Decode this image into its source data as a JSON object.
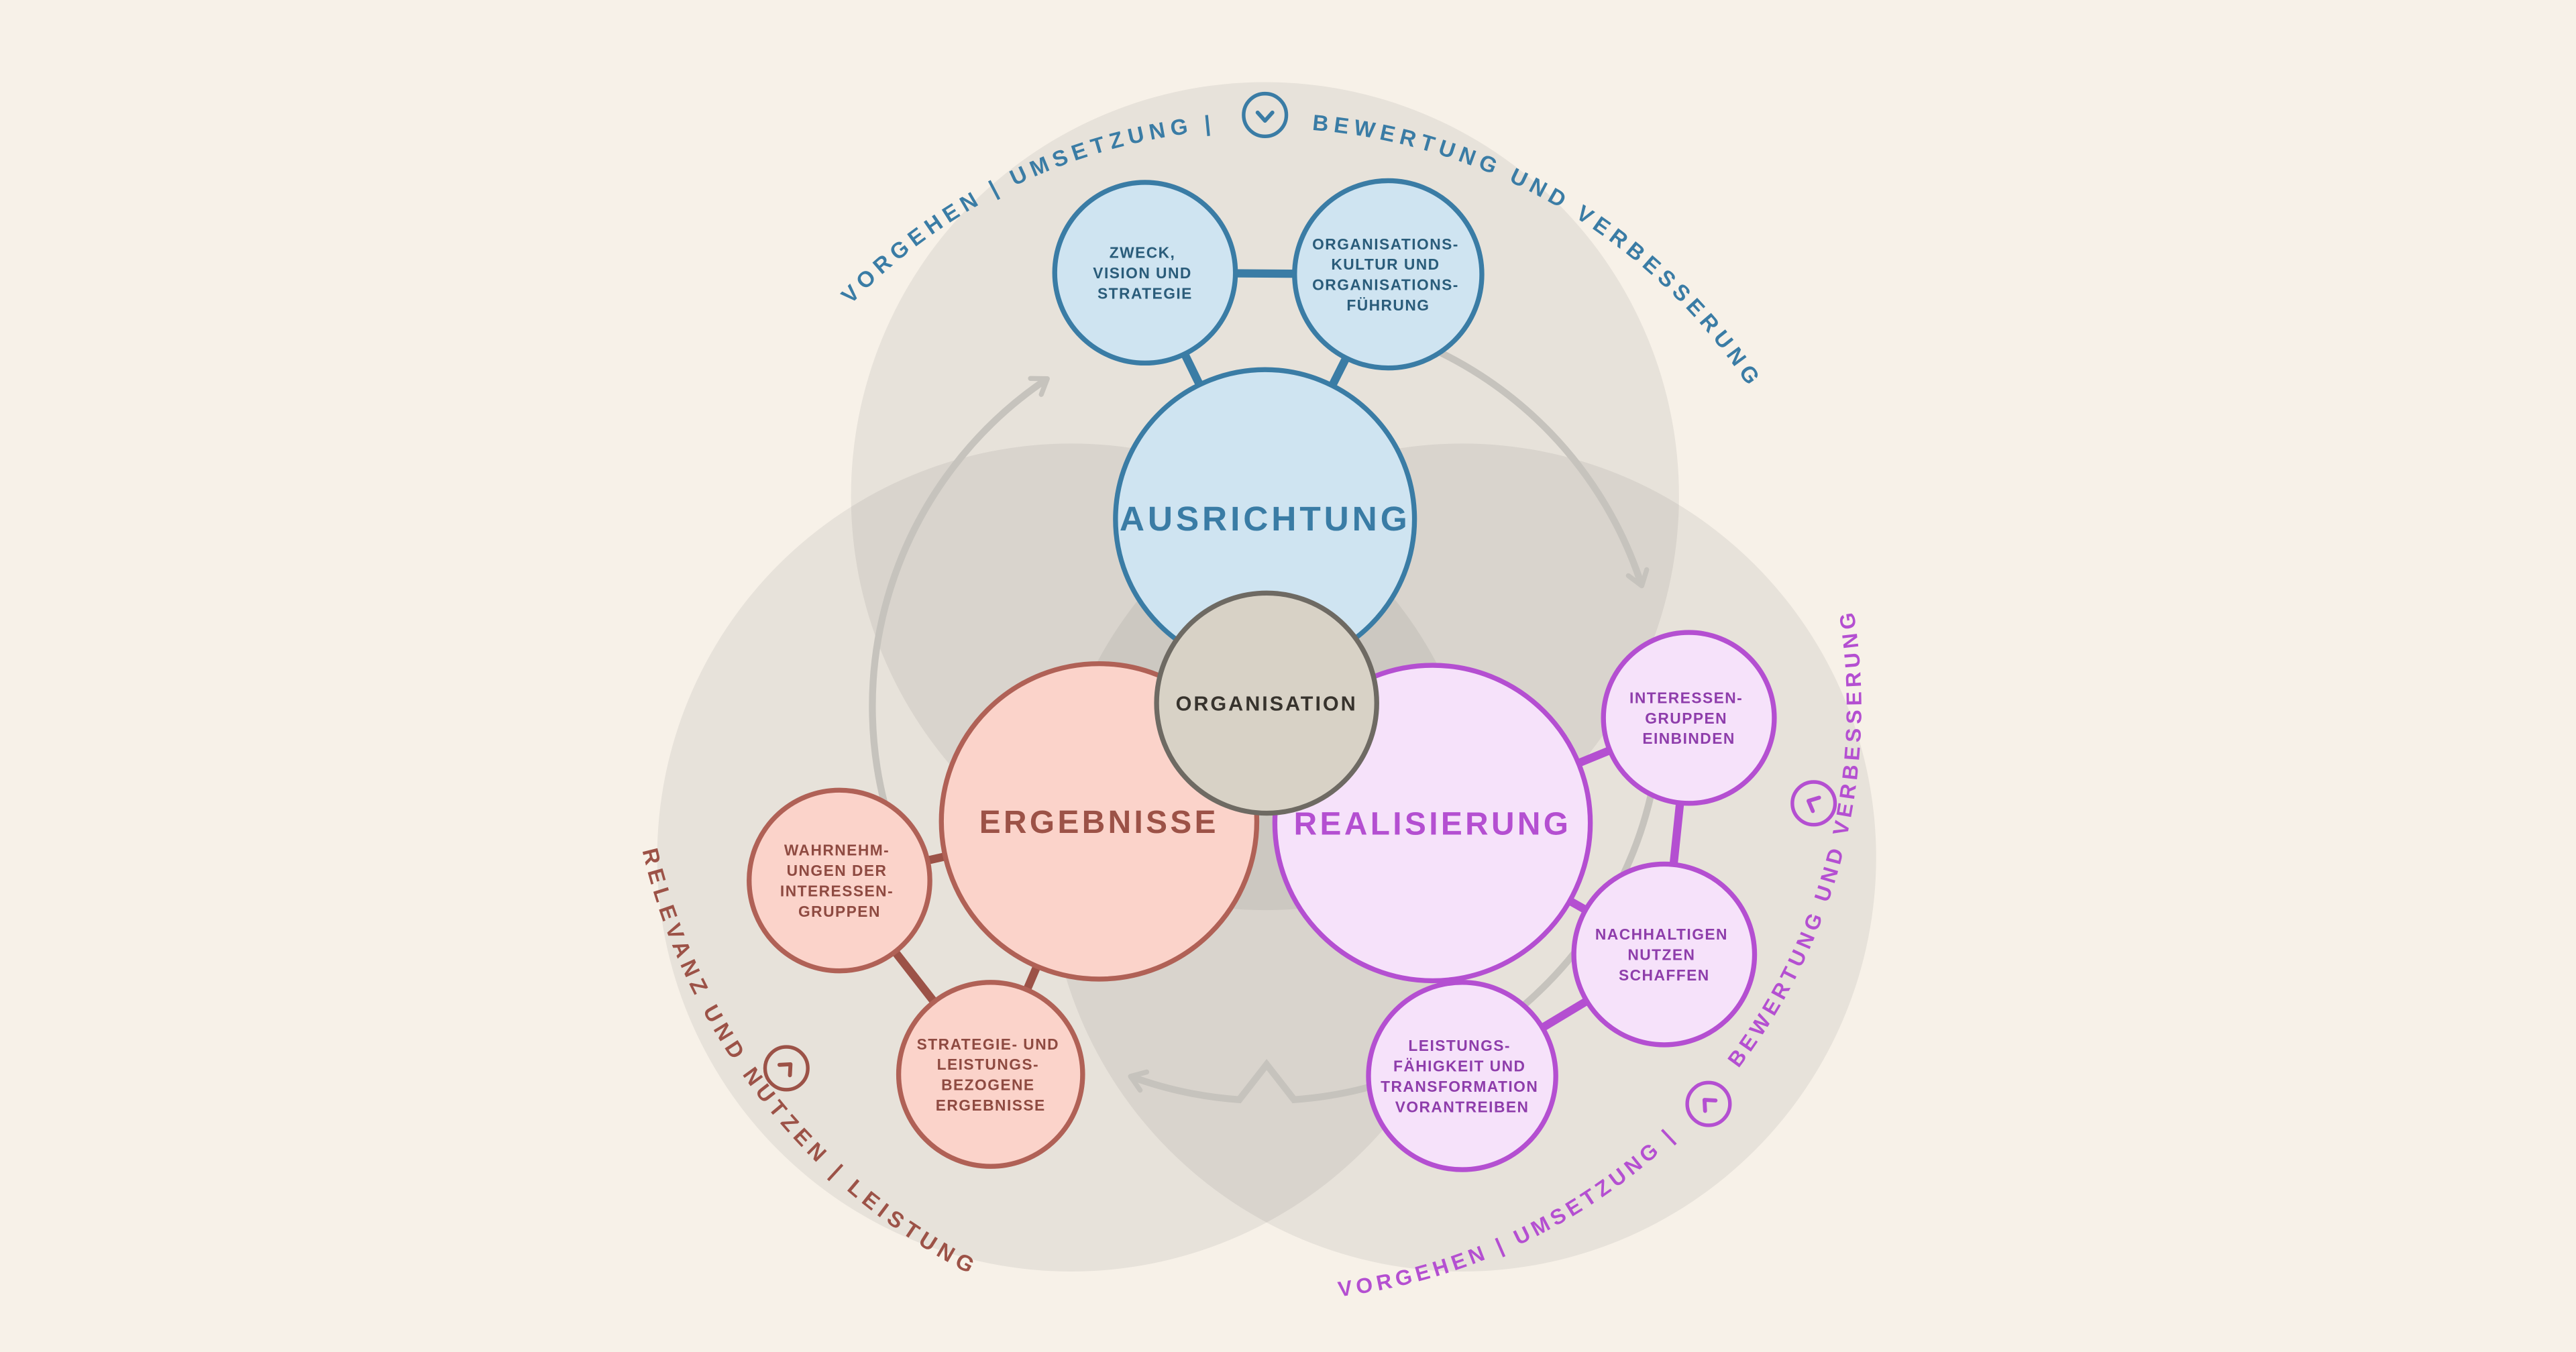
{
  "theme": {
    "bg": "#f7f1e8",
    "venn": "#5a5852",
    "arrow": "#c6c3bd",
    "blue": "#3a7ca5",
    "blue-fill": "#cfe4f1",
    "blue-text": "#2a5c7a",
    "red": "#b06156",
    "red-fill": "#fbd3ca",
    "red-text": "#8e4a41",
    "red-title": "#9c5247",
    "purple": "#b44fd1",
    "purple-fill": "#f6e2fa",
    "purple-text": "#8e3dab",
    "gray-stroke": "#6e6a63",
    "gray-fill": "#d8d2c6",
    "dark-text": "#37332d"
  },
  "center": {
    "label": "ORGANISATION"
  },
  "groups": {
    "ausrichtung": {
      "title": "AUSRICHTUNG",
      "arc_left": "VORGEHEN | UMSETZUNG |",
      "arc_right": "BEWERTUNG UND VERBESSERUNG",
      "satellites": {
        "zweck": {
          "lines": [
            "ZWECK,",
            "VISION UND",
            "STRATEGIE"
          ]
        },
        "kultur": {
          "lines": [
            "ORGANISATIONS-",
            "KULTUR UND",
            "ORGANISATIONS-",
            "FÜHRUNG"
          ]
        }
      }
    },
    "ergebnisse": {
      "title": "ERGEBNISSE",
      "arc": "RELEVANZ UND NUTZEN | LEISTUNG",
      "satellites": {
        "wahrnehmungen": {
          "lines": [
            "WAHRNEHM-",
            "UNGEN DER",
            "INTERESSEN-",
            "GRUPPEN"
          ]
        },
        "strategie": {
          "lines": [
            "STRATEGIE- UND",
            "LEISTUNGS-",
            "BEZOGENE",
            "ERGEBNISSE"
          ]
        }
      }
    },
    "realisierung": {
      "title": "REALISIERUNG",
      "arc_left": "VORGEHEN | UMSETZUNG |",
      "arc_right": "BEWERTUNG UND VERBESSERUNG",
      "satellites": {
        "interessengruppen": {
          "lines": [
            "INTERESSEN-",
            "GRUPPEN",
            "EINBINDEN"
          ]
        },
        "nachhaltigen": {
          "lines": [
            "NACHHALTIGEN",
            "NUTZEN",
            "SCHAFFEN"
          ]
        },
        "leistungsfaehigkeit": {
          "lines": [
            "LEISTUNGS-",
            "FÄHIGKEIT UND",
            "TRANSFORMATION",
            "VORANTREIBEN"
          ]
        }
      }
    }
  },
  "icons": {
    "top": "circled-chevron-down",
    "ergebnisse": "circled-chevron-up-right",
    "realisierung_lower": "circled-chevron-up-left",
    "realisierung_upper": "circled-chevron-left"
  }
}
